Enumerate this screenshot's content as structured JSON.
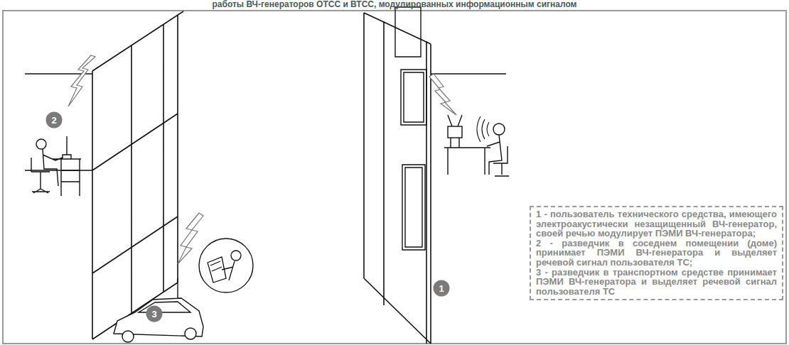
{
  "diagram": {
    "title": "работы ВЧ-генераторов ОТСС и ВТСС, модулированных информационным сигналом",
    "nodes": [
      {
        "text": [
          "2"
        ]
      },
      {
        "text": [
          "1 - пользователь технического средства, имеющего электроакустически незащищенный ВЧ-генератор, своей речью модулирует ПЭМИ ВЧ-генератора;",
          "2 - разведчик в соседнем помещении (доме) принимает ПЭМИ ВЧ-генератора и выделяет речевой сигнал пользователя ТС;",
          "3 - разведчик в транспортном средстве принимает ПЭМИ ВЧ-генератора и выделяет речевой сигнал пользователя ТС"
        ]
      },
      {
        "text": [
          "1"
        ]
      },
      {
        "text": [
          "3"
        ]
      }
    ]
  }
}
